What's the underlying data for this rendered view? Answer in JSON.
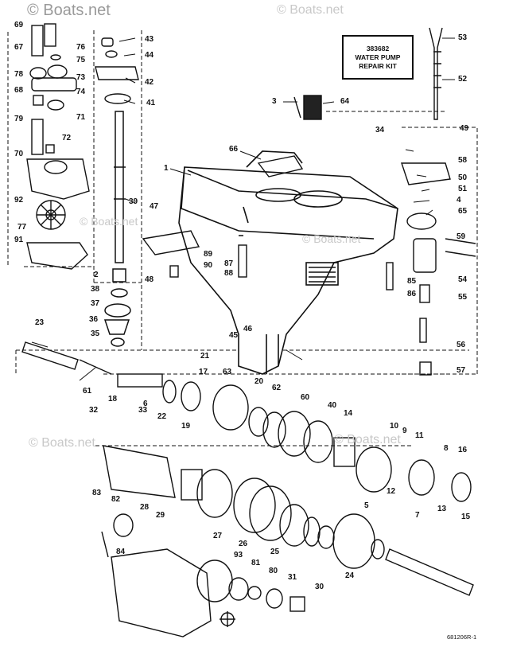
{
  "watermarks": {
    "main": "© Boats.net",
    "secondary": "© Boats.net"
  },
  "kit_box": {
    "part_number": "383682",
    "line1": "WATER PUMP",
    "line2": "REPAIR KIT"
  },
  "drawing_code": "681206R-1",
  "callouts": [
    "1",
    "2",
    "3",
    "4",
    "5",
    "6",
    "7",
    "8",
    "9",
    "10",
    "11",
    "12",
    "13",
    "14",
    "15",
    "16",
    "17",
    "18",
    "19",
    "20",
    "21",
    "22",
    "23",
    "24",
    "25",
    "26",
    "27",
    "28",
    "29",
    "30",
    "31",
    "32",
    "33",
    "34",
    "35",
    "36",
    "37",
    "38",
    "39",
    "40",
    "41",
    "42",
    "43",
    "44",
    "45",
    "46",
    "47",
    "48",
    "49",
    "50",
    "51",
    "52",
    "53",
    "54",
    "55",
    "56",
    "57",
    "58",
    "59",
    "60",
    "61",
    "62",
    "63",
    "64",
    "65",
    "66",
    "67",
    "68",
    "69",
    "70",
    "71",
    "72",
    "73",
    "74",
    "75",
    "76",
    "77",
    "78",
    "79",
    "80",
    "81",
    "82",
    "83",
    "84",
    "85",
    "86",
    "87",
    "88",
    "89",
    "90",
    "91",
    "92",
    "93"
  ]
}
